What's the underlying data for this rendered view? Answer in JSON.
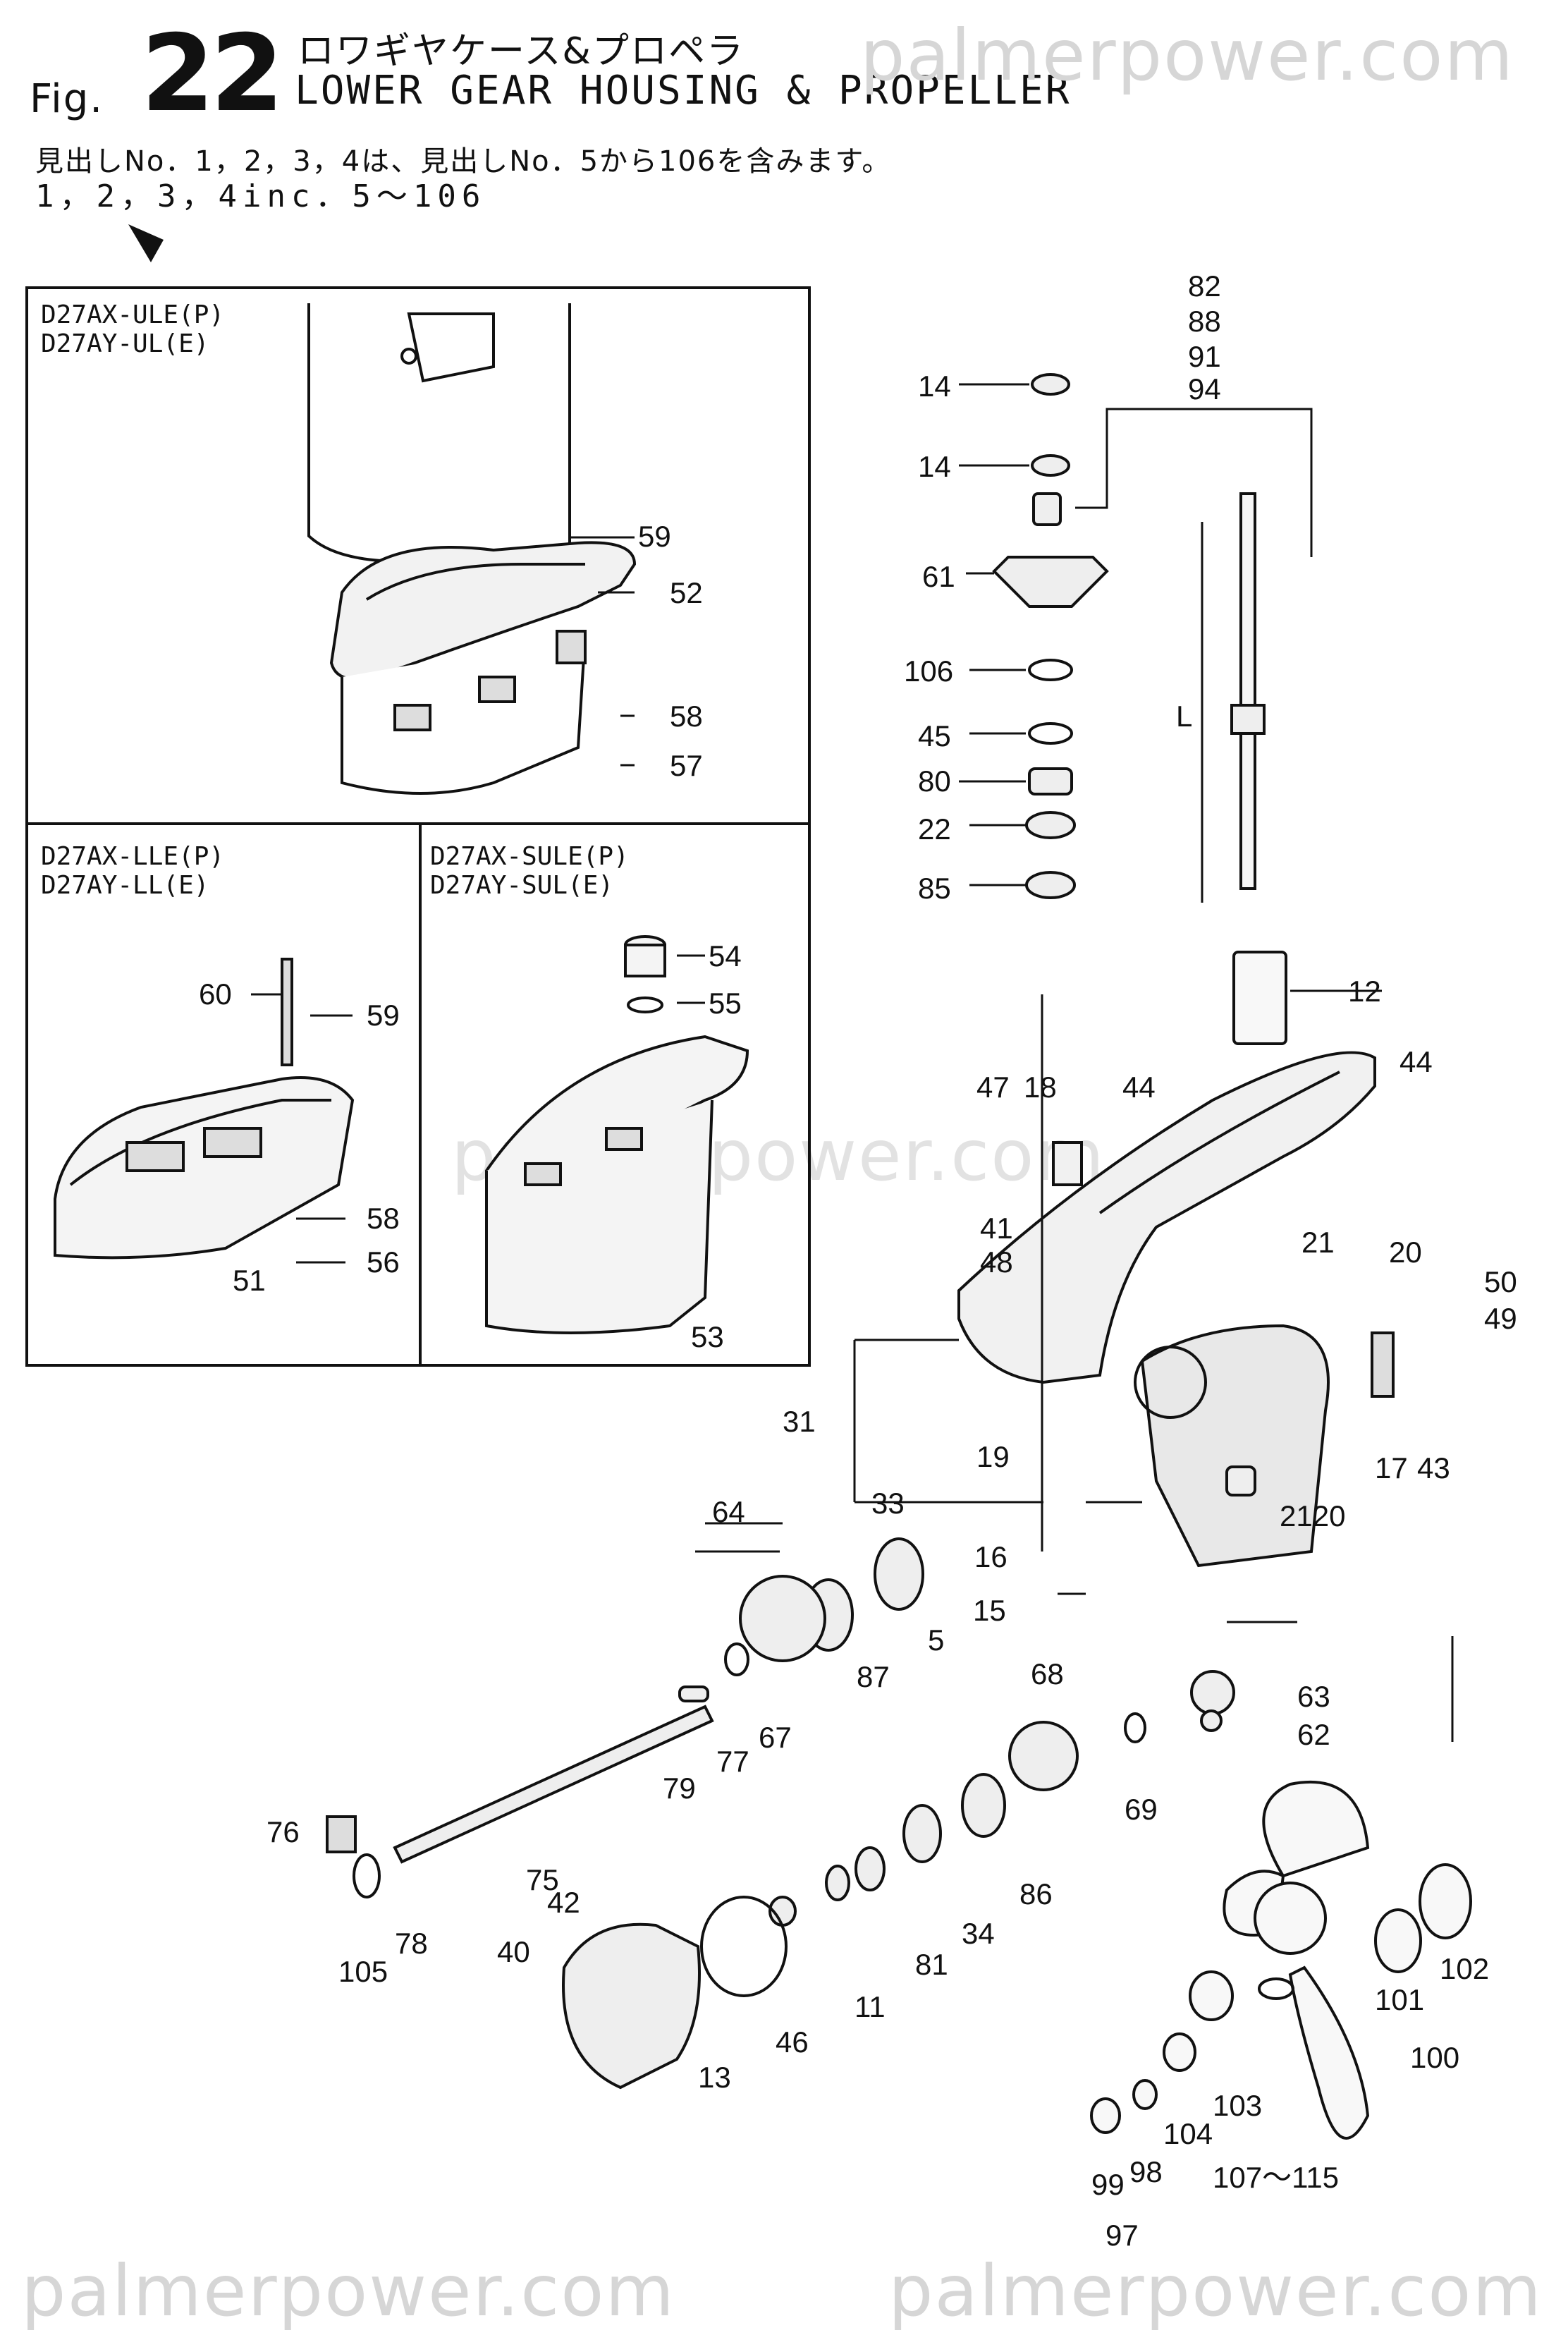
{
  "header": {
    "fig_prefix": "Fig.",
    "fig_number": "22",
    "title_jp": "ロワギヤケース&プロペラ",
    "title_en": "LOWER GEAR HOUSING & PROPELLER",
    "note_jp": "見出しNo．1，2，3，4は、見出しNo．5から106を含みます。",
    "note_en": "1，2，3，4inc．5～106"
  },
  "watermark": "palmerpower.com",
  "boxes": {
    "upper": {
      "line1": "D27AX-ULE(P)",
      "line2": "D27AY-UL(E)"
    },
    "lower_left": {
      "line1": "D27AX-LLE(P)",
      "line2": "D27AY-LL(E)"
    },
    "lower_right": {
      "line1": "D27AX-SULE(P)",
      "line2": "D27AY-SUL(E)"
    }
  },
  "labels": {
    "l59a": "59",
    "l52": "52",
    "l58a": "58",
    "l57": "57",
    "l60": "60",
    "l59b": "59",
    "l58b": "58",
    "l56": "56",
    "l51": "51",
    "l54": "54",
    "l55": "55",
    "l53": "53",
    "l82": "82",
    "l88": "88",
    "l91": "91",
    "l94": "94",
    "l14a": "14",
    "l14b": "14",
    "l61": "61",
    "l106": "106",
    "l45": "45",
    "l80": "80",
    "l22": "22",
    "l85": "85",
    "lL": "L",
    "l12": "12",
    "l44a": "44",
    "l47": "47",
    "l18": "18",
    "l44b": "44",
    "l41": "41",
    "l48": "48",
    "l21a": "21",
    "l20a": "20",
    "l50": "50",
    "l49": "49",
    "l31": "31",
    "l19": "19",
    "l17": "17",
    "l43": "43",
    "l2120": "2120",
    "l33": "33",
    "l64": "64",
    "l16": "16",
    "l15": "15",
    "l87": "87",
    "l5": "5",
    "l67": "67",
    "l68": "68",
    "l63": "63",
    "l62": "62",
    "l77": "77",
    "l79": "79",
    "l69": "69",
    "l76": "76",
    "l75": "75",
    "l86": "86",
    "l34": "34",
    "l78": "78",
    "l105": "105",
    "l42": "42",
    "l40": "40",
    "l81": "81",
    "l11": "11",
    "l46": "46",
    "l13": "13",
    "l101": "101",
    "l102": "102",
    "l100": "100",
    "l103": "103",
    "l104": "104",
    "l99": "99",
    "l98": "98",
    "l107": "107～115",
    "l97": "97"
  }
}
